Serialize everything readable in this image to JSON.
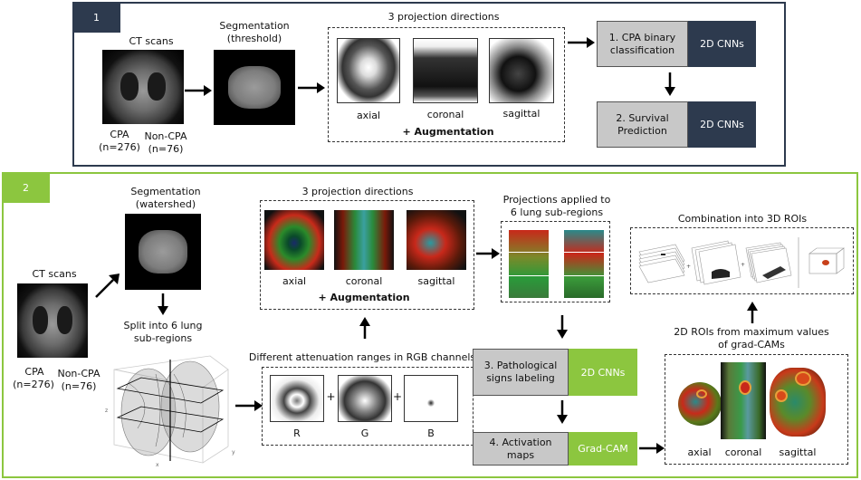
{
  "panel1": {
    "number": "1",
    "ct_title": "CT scans",
    "cpa_label": "CPA",
    "cpa_n": "(n=276)",
    "noncpa_label": "Non-CPA",
    "noncpa_n": "(n=76)",
    "seg_title1": "Segmentation",
    "seg_title2": "(threshold)",
    "proj_title": "3 projection directions",
    "proj_labels": [
      "axial",
      "coronal",
      "sagittal"
    ],
    "augmentation": "+ Augmentation",
    "step1_line1": "1. CPA binary",
    "step1_line2": "classification",
    "step2_line1": "2. Survival",
    "step2_line2": "Prediction",
    "cnn1": "2D CNNs",
    "cnn2": "2D CNNs"
  },
  "panel2": {
    "number": "2",
    "ct_title": "CT scans",
    "cpa_label": "CPA",
    "cpa_n": "(n=276)",
    "noncpa_label": "Non-CPA",
    "noncpa_n": "(n=76)",
    "seg_title1": "Segmentation",
    "seg_title2": "(watershed)",
    "split_line1": "Split into 6 lung",
    "split_line2": "sub-regions",
    "proj_title": "3 projection directions",
    "proj_labels": [
      "axial",
      "coronal",
      "sagittal"
    ],
    "augmentation": "+ Augmentation",
    "sub_title1": "Projections applied to",
    "sub_title2": "6 lung sub-regions",
    "combo_title": "Combination into 3D ROIs",
    "rgb_title": "Different attenuation ranges in RGB channels",
    "rgb_labels": [
      "R",
      "G",
      "B"
    ],
    "plus": "+",
    "step3_line1": "3. Pathological",
    "step3_line2": "signs labeling",
    "step4_line1": "4. Activation",
    "step4_line2": "maps",
    "cnn3": "2D CNNs",
    "gradcam": "Grad-CAM",
    "roi_title1": "2D ROIs from maximum values",
    "roi_title2": "of grad-CAMs",
    "roi_labels": [
      "axial",
      "coronal",
      "sagittal"
    ]
  },
  "colors": {
    "navy": "#2d3a4e",
    "green": "#8cc63f",
    "gray_box": "#c8c8c8"
  }
}
